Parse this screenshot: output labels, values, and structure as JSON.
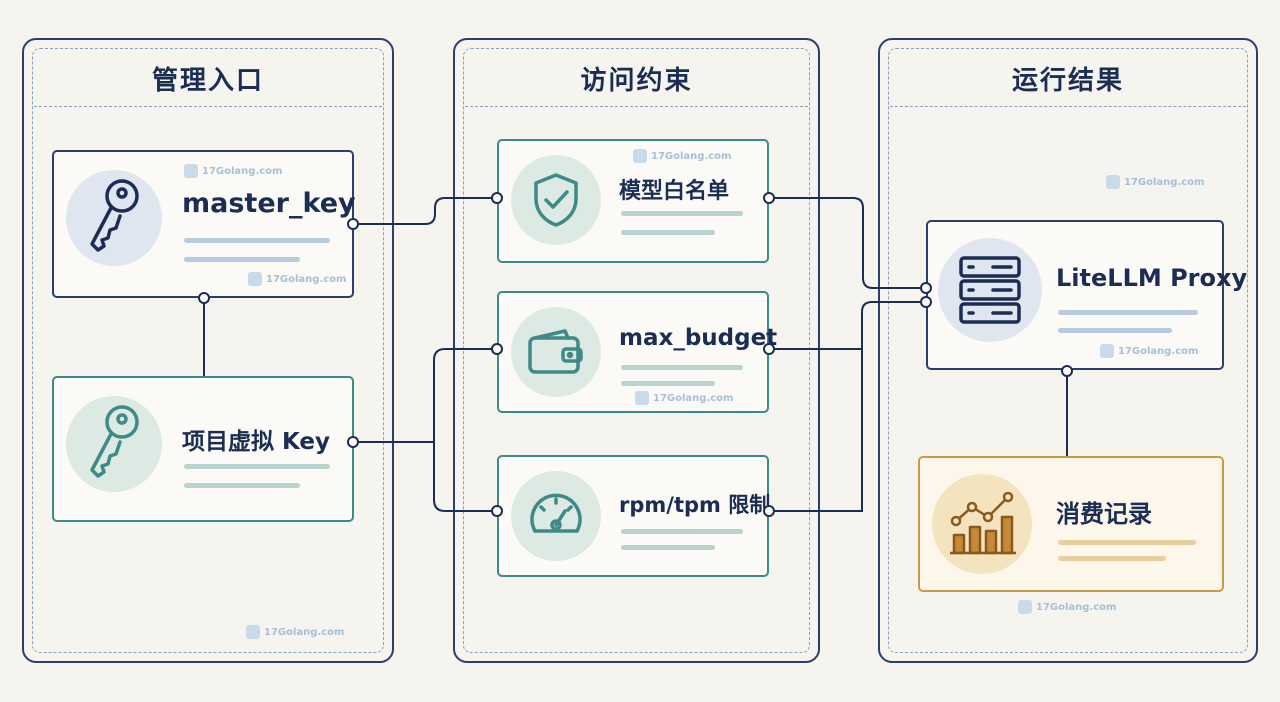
{
  "columns": [
    {
      "title": "管理入口"
    },
    {
      "title": "访问约束"
    },
    {
      "title": "运行结果"
    }
  ],
  "cards": {
    "master_key": {
      "label": "master_key",
      "icon": "key-icon"
    },
    "project_key": {
      "label": "项目虚拟 Key",
      "icon": "key-icon"
    },
    "model_whitelist": {
      "label": "模型白名单",
      "icon": "shield-check-icon"
    },
    "max_budget": {
      "label": "max_budget",
      "icon": "wallet-icon"
    },
    "rate_limit": {
      "label": "rpm/tpm 限制",
      "icon": "gauge-icon"
    },
    "proxy": {
      "label": "LiteLLM Proxy",
      "icon": "server-icon"
    },
    "usage": {
      "label": "消费记录",
      "icon": "bar-chart-icon"
    }
  },
  "watermark": "17Golang.com",
  "colors": {
    "navy": "#1b2d52",
    "teal": "#3d8a86",
    "gold": "#c99a43",
    "background": "#f6f4ee"
  }
}
